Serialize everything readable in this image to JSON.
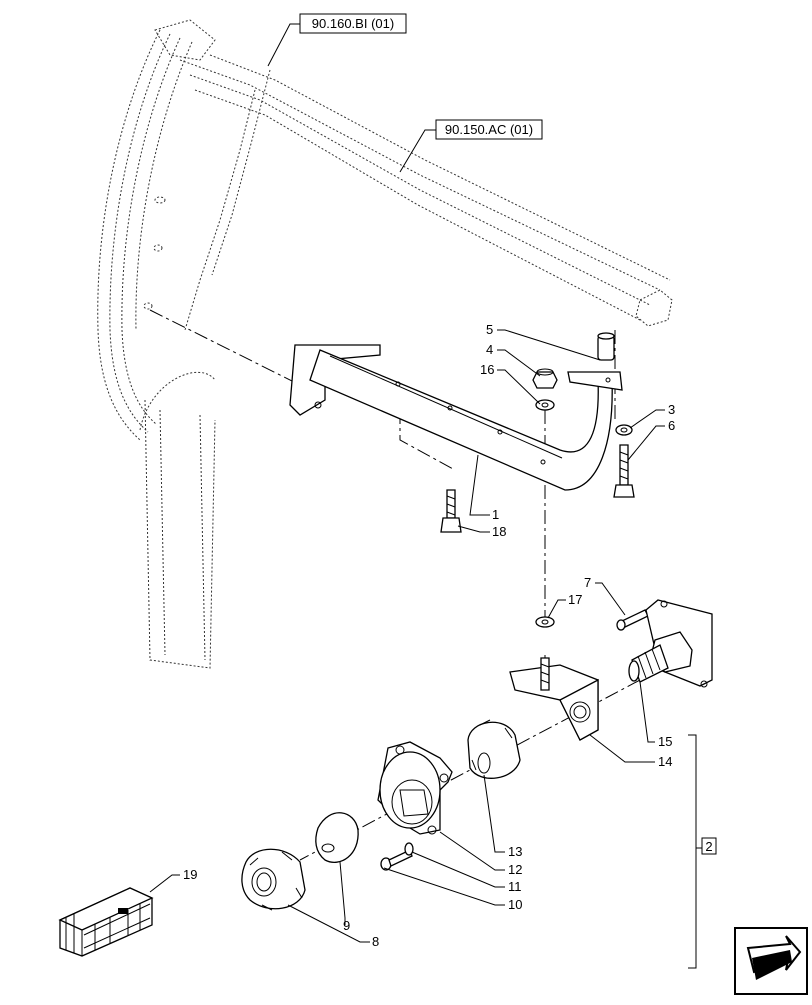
{
  "references": [
    {
      "id": "ref-90160",
      "text": "90.160.BI (01)"
    },
    {
      "id": "ref-90150",
      "text": "90.150.AC (01)"
    }
  ],
  "group_label": "2",
  "callouts": [
    {
      "n": "1",
      "text": "1"
    },
    {
      "n": "3",
      "text": "3"
    },
    {
      "n": "4",
      "text": "4"
    },
    {
      "n": "5",
      "text": "5"
    },
    {
      "n": "6",
      "text": "6"
    },
    {
      "n": "7",
      "text": "7"
    },
    {
      "n": "8",
      "text": "8"
    },
    {
      "n": "9",
      "text": "9"
    },
    {
      "n": "10",
      "text": "10"
    },
    {
      "n": "11",
      "text": "11"
    },
    {
      "n": "12",
      "text": "12"
    },
    {
      "n": "13",
      "text": "13"
    },
    {
      "n": "14",
      "text": "14"
    },
    {
      "n": "15",
      "text": "15"
    },
    {
      "n": "16",
      "text": "16"
    },
    {
      "n": "17",
      "text": "17"
    },
    {
      "n": "18",
      "text": "18"
    },
    {
      "n": "19",
      "text": "19"
    }
  ],
  "icons": {
    "nav": "next-page-arrow-icon",
    "kit": "parts-kit-box-icon"
  }
}
